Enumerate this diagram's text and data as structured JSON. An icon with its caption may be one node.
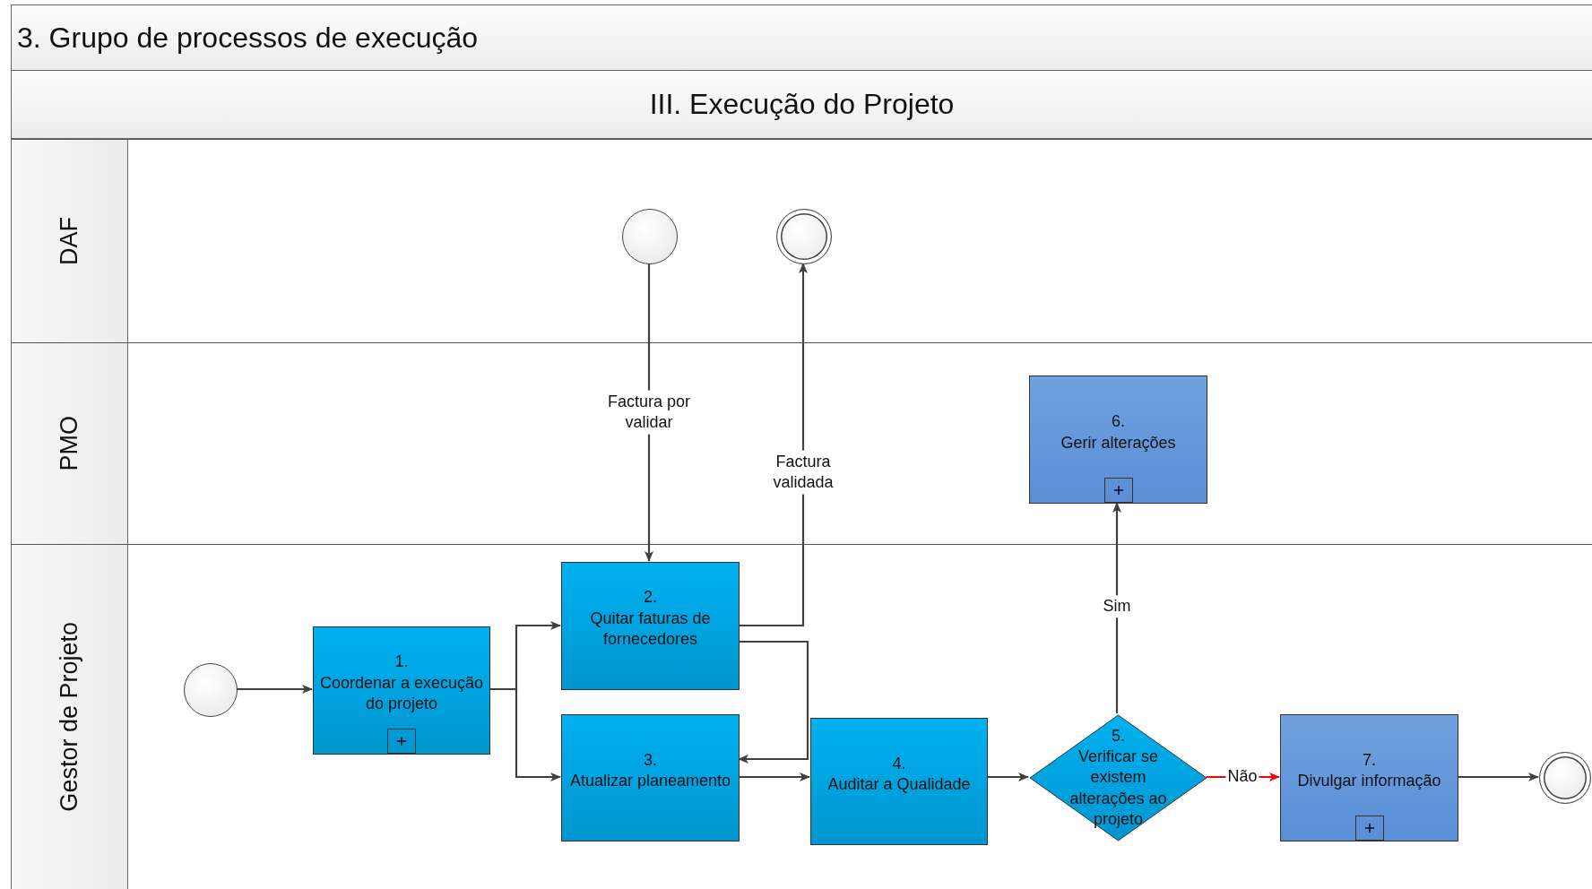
{
  "diagram": {
    "title": "3. Grupo de processos de execução",
    "nodes": [
      {
        "text": [
          "III. Execução do Projeto"
        ]
      },
      {
        "text": [
          "DAF"
        ],
        "in": 0
      },
      {
        "text": [
          "PMO"
        ],
        "in": 0
      },
      {
        "text": [
          "Gestor de Projeto"
        ],
        "in": 0
      },
      {
        "text": [],
        "shape": "circle",
        "in": 1
      },
      {
        "text": [],
        "shape": "circle",
        "in": 1
      },
      {
        "text": [
          "6.",
          "Gerir alterações"
        ],
        "in": 2
      },
      {
        "text": [],
        "shape": "circle",
        "in": 3
      },
      {
        "text": [
          "1.",
          "Coordenar a execução do projeto"
        ],
        "in": 3
      },
      {
        "text": [
          "2.",
          "Quitar faturas de fornecedores"
        ],
        "in": 3
      },
      {
        "text": [
          "3.",
          "Atualizar planeamento"
        ],
        "in": 3
      },
      {
        "text": [
          "4.",
          "Auditar a Qualidade"
        ],
        "in": 3
      },
      {
        "text": [
          "5.",
          "Verificar se existem alterações ao projeto"
        ],
        "in": 3
      },
      {
        "text": [
          "7.",
          "Divulgar informação"
        ],
        "in": 3
      },
      {
        "text": [],
        "shape": "circle",
        "in": 3
      }
    ],
    "edges": [
      {
        "from": 7,
        "to": 8,
        "arrow": "to"
      },
      {
        "from": 8,
        "to": 9,
        "arrow": "to"
      },
      {
        "from": 8,
        "to": 10,
        "arrow": "to"
      },
      {
        "from": 4,
        "to": 9,
        "arrow": "to",
        "label": "Factura por validar"
      },
      {
        "from": 9,
        "to": 5,
        "arrow": "to",
        "label": "Factura validada"
      },
      {
        "from": 9,
        "to": 10,
        "arrow": "to"
      },
      {
        "from": 10,
        "to": 11,
        "arrow": "to"
      },
      {
        "from": 11,
        "to": 12,
        "arrow": "to"
      },
      {
        "from": 12,
        "to": 6,
        "arrow": "to",
        "label": "Sim"
      },
      {
        "from": 12,
        "to": 13,
        "arrow": "to",
        "label": "Não",
        "color": "#ff0000"
      },
      {
        "from": 13,
        "to": 14,
        "arrow": "to"
      }
    ]
  }
}
